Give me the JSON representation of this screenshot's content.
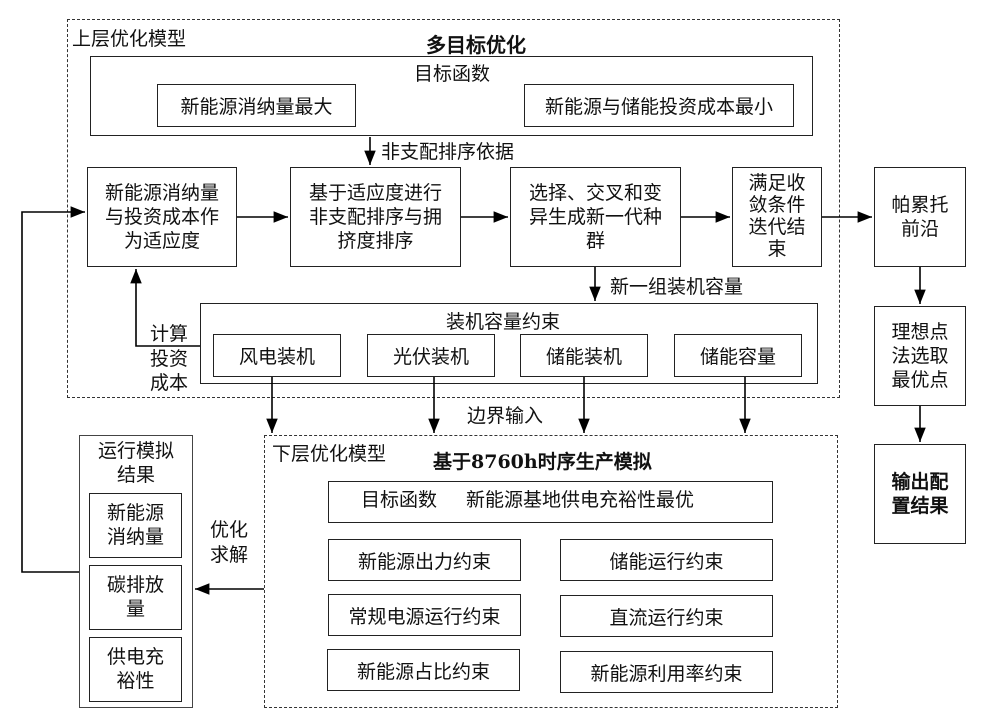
{
  "upper_model": {
    "label": "上层优化模型",
    "title": "多目标优化",
    "objective": {
      "label": "目标函数",
      "items": [
        "新能源消纳量最大",
        "新能源与储能投资成本最小"
      ]
    },
    "non_dominated_basis": "非支配排序依据",
    "steps": [
      "新能源消纳量与投资成本作为适应度",
      "基于适应度进行非支配排序与拥挤度排序",
      "选择、交叉和变异生成新一代种群",
      "满足收敛条件迭代结束"
    ],
    "steps_lines": [
      [
        "新能源消纳量",
        "与投资成本作",
        "为适应度"
      ],
      [
        "基于适应度进行",
        "非支配排序与拥",
        "挤度排序"
      ],
      [
        "选择、交叉和变",
        "异生成新一代种",
        "群"
      ],
      [
        "满足收",
        "敛条件",
        "迭代结",
        "束"
      ]
    ],
    "new_capacity": "新一组装机容量",
    "calc_cost_lines": [
      "计算",
      "投资",
      "成本"
    ],
    "capacity_constraint": {
      "label": "装机容量约束",
      "items": [
        "风电装机",
        "光伏装机",
        "储能装机",
        "储能容量"
      ]
    }
  },
  "boundary_input": "边界输入",
  "right_column": {
    "pareto_lines": [
      "帕累托",
      "前沿"
    ],
    "ideal_point_lines": [
      "理想点",
      "法选取",
      "最优点"
    ],
    "output_lines": [
      "输出配",
      "置结果"
    ]
  },
  "lower_model": {
    "label": "下层优化模型",
    "title": "基于8760h时序生产模拟",
    "objective_label": "目标函数",
    "objective_value": "新能源基地供电充裕性最优",
    "constraints": [
      "新能源出力约束",
      "储能运行约束",
      "常规电源运行约束",
      "直流运行约束",
      "新能源占比约束",
      "新能源利用率约束"
    ]
  },
  "optimize_solve_lines": [
    "优化",
    "求解"
  ],
  "sim_results": {
    "title_lines": [
      "运行模拟",
      "结果"
    ],
    "items": [
      [
        "新能源",
        "消纳量"
      ],
      [
        "碳排放",
        "量"
      ],
      [
        "供电充",
        "裕性"
      ]
    ]
  }
}
